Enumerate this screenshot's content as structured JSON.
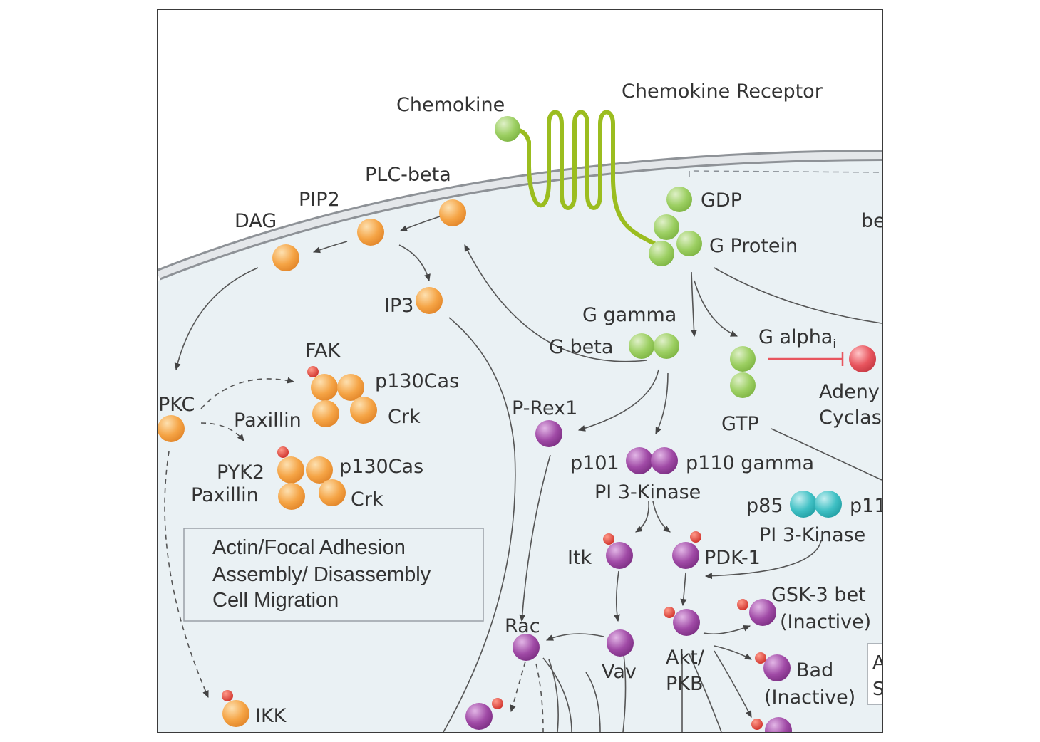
{
  "labels": {
    "chemokine": "Chemokine",
    "chemokine_receptor": "Chemokine Receptor",
    "plc_beta": "PLC-beta",
    "pip2": "PIP2",
    "dag": "DAG",
    "ip3": "IP3",
    "gdp": "GDP",
    "g_protein": "G Protein",
    "be_cut": "be",
    "g_gamma": "G gamma",
    "g_beta": "G beta",
    "g_alpha": "G alpha",
    "g_alpha_sub": "i",
    "adeny": "Adeny",
    "cyclas": "Cyclas",
    "gtp": "GTP",
    "fak": "FAK",
    "p130cas_1": "p130Cas",
    "paxillin_1": "Paxillin",
    "crk_1": "Crk",
    "pkc": "PKC",
    "pyk2": "PYK2",
    "p130cas_2": "p130Cas",
    "paxillin_2": "Paxillin",
    "crk_2": "Crk",
    "p_rex1": "P-Rex1",
    "p101": "p101",
    "p110_gamma": "p110 gamma",
    "pi3k_1": "PI 3-Kinase",
    "p85": "p85",
    "p11_cut": "p11",
    "pi3k_2": "PI 3-Kinase",
    "itk": "Itk",
    "pdk1": "PDK-1",
    "gsk3": "GSK-3 bet",
    "gsk3_inactive": "(Inactive)",
    "rac": "Rac",
    "vav": "Vav",
    "akt": "Akt/",
    "pkb": "PKB",
    "bad": "Bad",
    "bad_inactive": "(Inactive)",
    "ikk": "IKK",
    "box_cut_1": "A",
    "box_cut_2": "S"
  },
  "box": {
    "line1": "Actin/Focal Adhesion",
    "line2": "Assembly/ Disassembly",
    "line3": "Cell Migration"
  },
  "colors": {
    "orange": "#f5a445",
    "green": "#9ccf62",
    "purple": "#a04aa6",
    "teal": "#3fc0c4",
    "red": "#e8555e",
    "receptor": "#9bbd1f",
    "cytoplasm": "#eaf1f4",
    "membrane": "#b8bcc2"
  }
}
